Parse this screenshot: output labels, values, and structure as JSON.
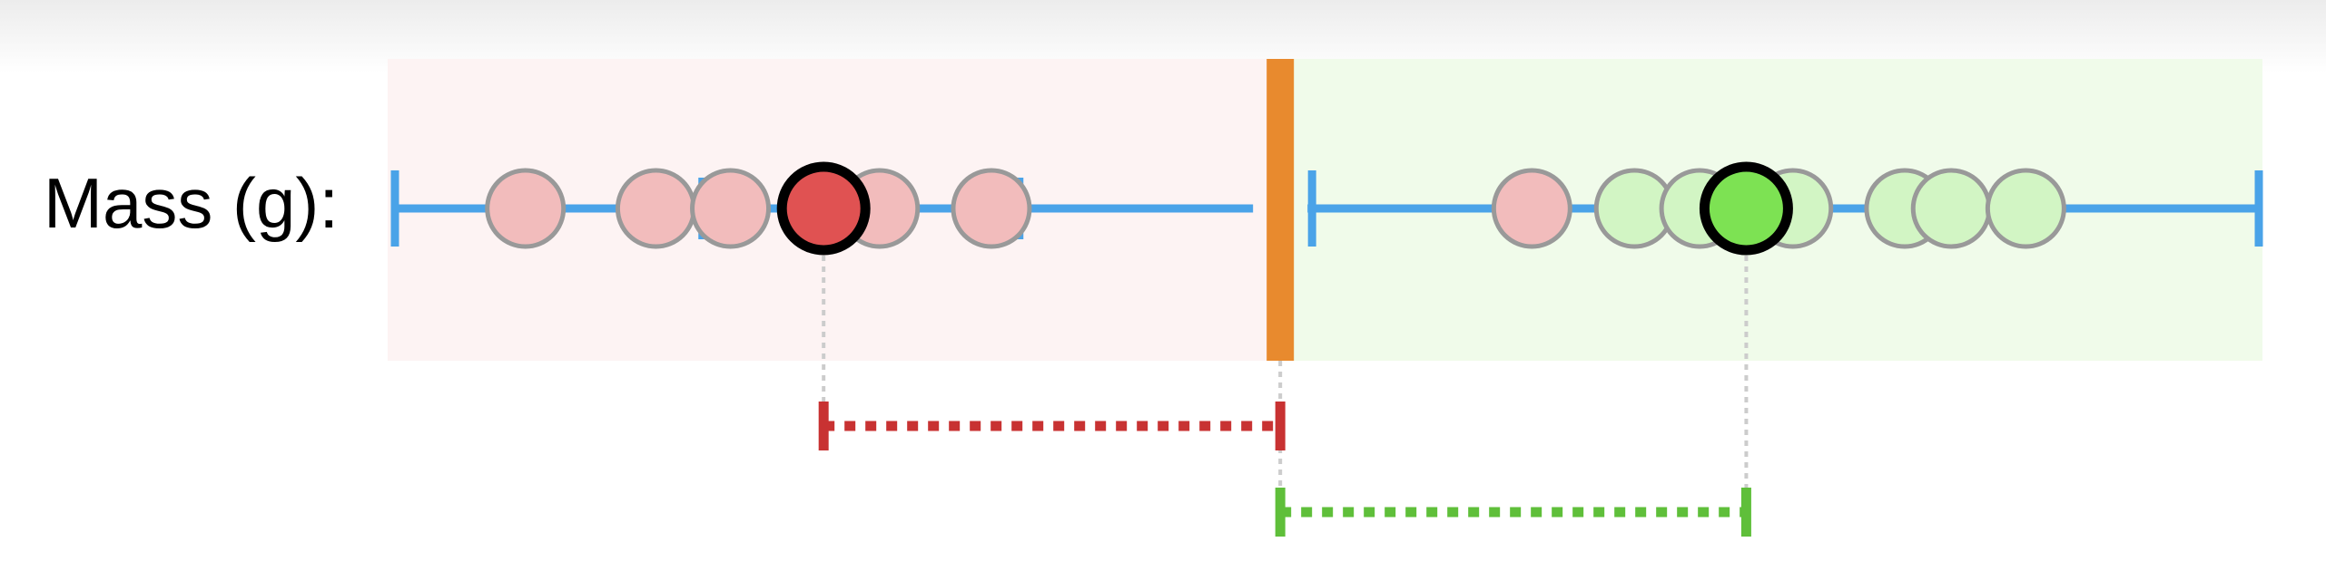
{
  "label": "Mass (g):",
  "colors": {
    "left_region": "#fdf3f3",
    "right_region": "#f0fbea",
    "axis": "#4aa3e8",
    "divider": "#e88a2e",
    "red_point_faded": "#f2bcbc",
    "red_point_main": "#e05252",
    "green_point_faded": "#d2f5c4",
    "green_point_main": "#7de253",
    "point_stroke": "#999999",
    "main_stroke": "#000000",
    "red_distance": "#c83232",
    "green_distance": "#5fbf3a",
    "guide_line": "#cccccc"
  },
  "chart_data": {
    "type": "scatter",
    "axis": {
      "min": 0,
      "max": 1
    },
    "divider": 0.475,
    "left_points": [
      0.07,
      0.14,
      0.18,
      0.26,
      0.32
    ],
    "left_mean": 0.23,
    "right_points": [
      0.61,
      0.665,
      0.7,
      0.75,
      0.81,
      0.835,
      0.875
    ],
    "right_mean": 0.725
  }
}
